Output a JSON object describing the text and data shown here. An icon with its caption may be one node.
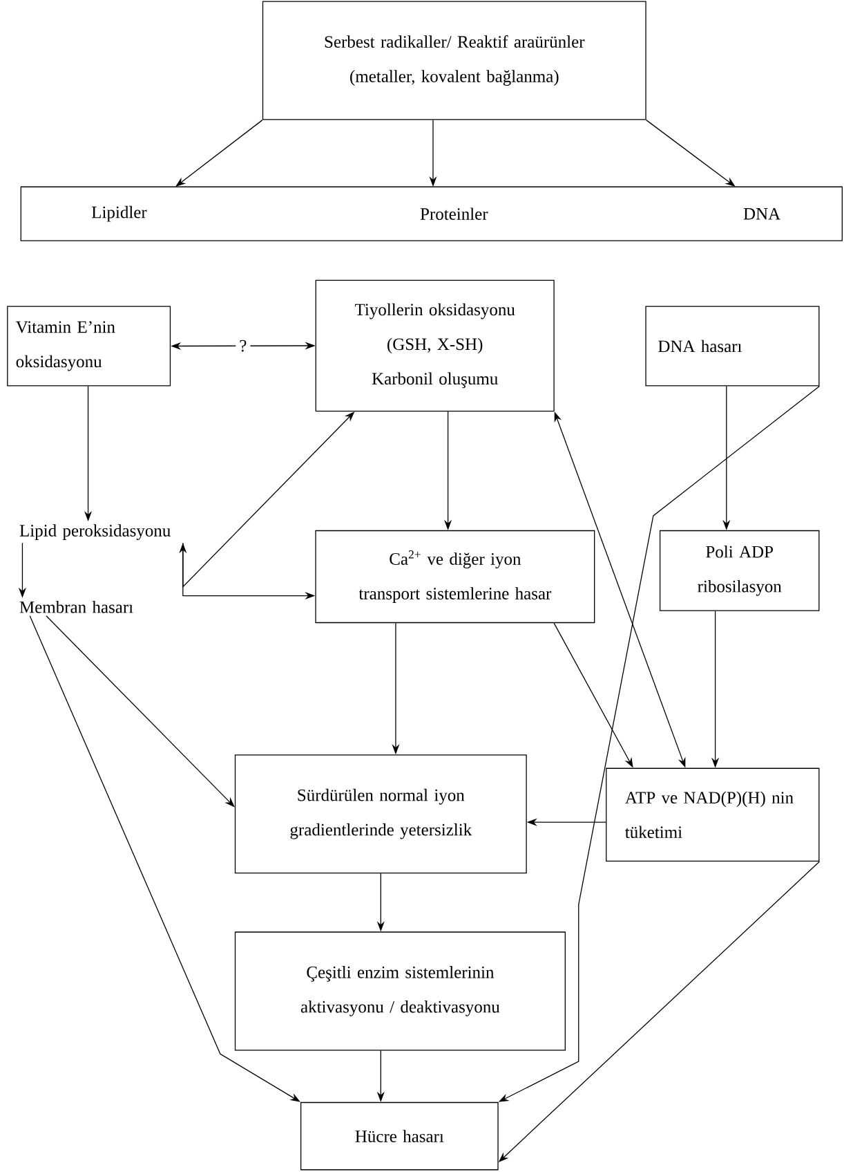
{
  "diagram": {
    "nodes": [
      {
        "text": [
          "Serbest radikaller/ Reaktif araürünler (metaller, kovalent bağlanma)"
        ]
      },
      {
        "text": [],
        "shape": "box"
      },
      {
        "text": [
          "Lipidler"
        ],
        "in": 1
      },
      {
        "text": [
          "Proteinler"
        ],
        "in": 1
      },
      {
        "text": [
          "DNA"
        ],
        "in": 1
      },
      {
        "text": [
          "Vitamin  E’nin oksidasyonu"
        ]
      },
      {
        "text": [
          "Tiyollerin oksidasyonu (GSH, X-SH)",
          "Karbonil oluşumu"
        ]
      },
      {
        "text": [
          "DNA hasarı"
        ]
      },
      {
        "text": [
          "Lipid peroksidasyonu"
        ]
      },
      {
        "text": [
          "Ca$^{2+}$ ve diğer iyon transport sistemlerine hasar"
        ]
      },
      {
        "text": [
          "Poli ADP ribosilasyon"
        ]
      },
      {
        "text": [
          "Membran hasarı"
        ]
      },
      {
        "text": [
          "Sürdürülen normal iyon gradientlerinde yetersizlik"
        ]
      },
      {
        "text": [
          "ATP ve NAD(P)(H) nin tüketimi"
        ]
      },
      {
        "text": [
          "Çeşitli enzim sistemlerinin aktivasyonu / deaktivasyonu"
        ]
      },
      {
        "text": [
          "Hücre hasarı"
        ]
      }
    ],
    "edges": [
      {
        "from": 0,
        "to": 2,
        "arrow": "to"
      },
      {
        "from": 0,
        "to": 3,
        "arrow": "to"
      },
      {
        "from": 0,
        "to": 4,
        "arrow": "to"
      },
      {
        "from": 5,
        "to": 6,
        "arrow": "both",
        "label": "?"
      },
      {
        "from": 5,
        "to": 8,
        "arrow": "to"
      },
      {
        "from": 8,
        "to": 11,
        "arrow": "to"
      },
      {
        "from": 8,
        "to": 6,
        "arrow": "both"
      },
      {
        "from": 8,
        "to": 9,
        "arrow": "to"
      },
      {
        "from": 6,
        "to": 9,
        "arrow": "to"
      },
      {
        "from": 6,
        "to": 13,
        "arrow": "both"
      },
      {
        "from": 7,
        "to": 10,
        "arrow": "to"
      },
      {
        "from": 7,
        "to": 15,
        "arrow": "to"
      },
      {
        "from": 10,
        "to": 13,
        "arrow": "to"
      },
      {
        "from": 9,
        "to": 12,
        "arrow": "to"
      },
      {
        "from": 9,
        "to": 13,
        "arrow": "to"
      },
      {
        "from": 11,
        "to": 12,
        "arrow": "to"
      },
      {
        "from": 11,
        "to": 15,
        "arrow": "to"
      },
      {
        "from": 13,
        "to": 12,
        "arrow": "to"
      },
      {
        "from": 12,
        "to": 14,
        "arrow": "to"
      },
      {
        "from": 14,
        "to": 15,
        "arrow": "to"
      },
      {
        "from": 13,
        "to": 15,
        "arrow": "to"
      }
    ]
  }
}
